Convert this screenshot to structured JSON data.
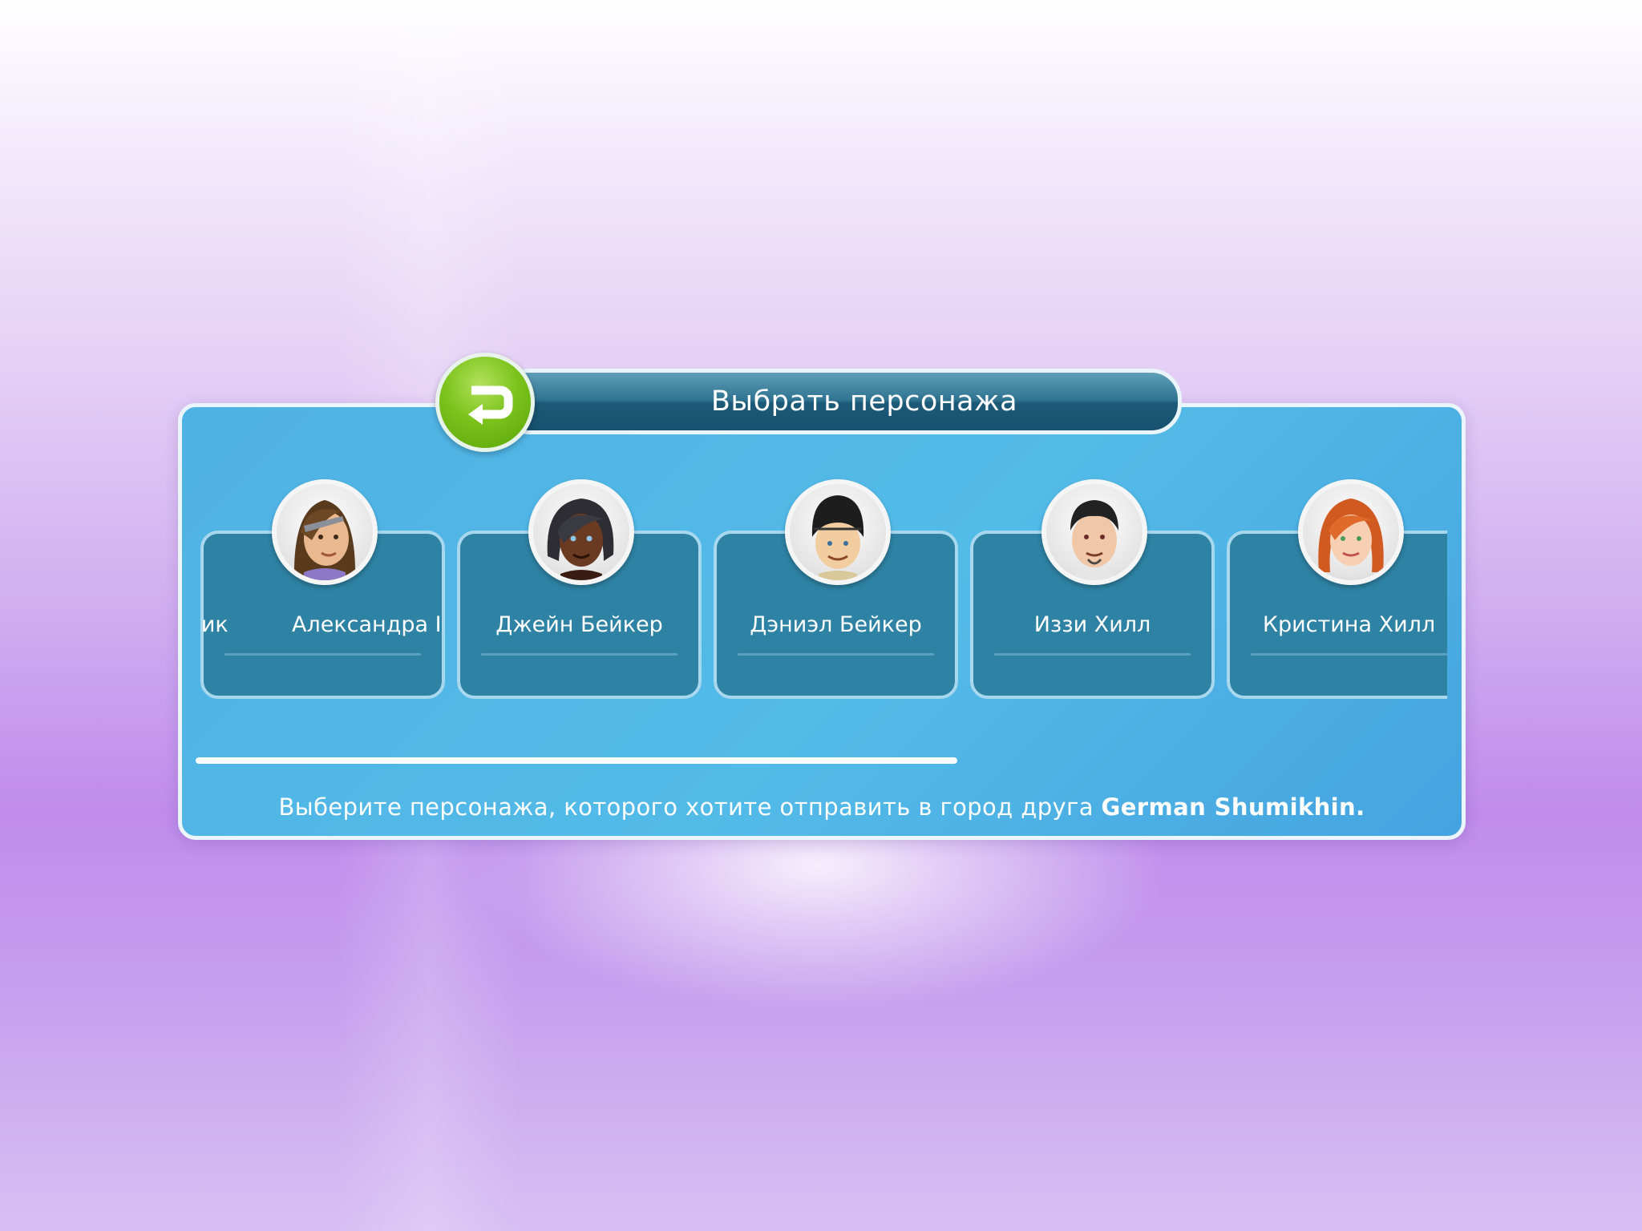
{
  "dialog": {
    "title": "Выбрать персонажа",
    "back_button": {
      "icon": "return-arrow-icon",
      "color": "#7cc31c"
    }
  },
  "characters": [
    {
      "name": "омик",
      "avatar_icon": "sim-portrait-icon",
      "hair": "#5a3a1c",
      "skin": "#e8b48a"
    },
    {
      "name": "Александра I",
      "avatar_icon": "sim-portrait-icon",
      "hair": "#6b4423",
      "skin": "#f0c098"
    },
    {
      "name": "Джейн Бейкер",
      "avatar_icon": "sim-portrait-icon",
      "hair": "#2b2b2f",
      "skin": "#6a3a22"
    },
    {
      "name": "Дэниэл Бейкер",
      "avatar_icon": "sim-portrait-icon",
      "hair": "#1d1d1d",
      "skin": "#f2cda0"
    },
    {
      "name": "Иззи Хилл",
      "avatar_icon": "sim-portrait-icon",
      "hair": "#222222",
      "skin": "#f0c8a8"
    },
    {
      "name": "Кристина Хилл",
      "avatar_icon": "sim-portrait-icon",
      "hair": "#d05a20",
      "skin": "#f7d0b4"
    }
  ],
  "scroll_position": 0.6,
  "footer": {
    "message": "Выберите персонажа, которого хотите отправить в город друга ",
    "friend_name": "German Shumikhin."
  },
  "colors": {
    "panel": "#53bbe8",
    "card": "#2e82a3",
    "title_bar": "#1d5a78"
  }
}
